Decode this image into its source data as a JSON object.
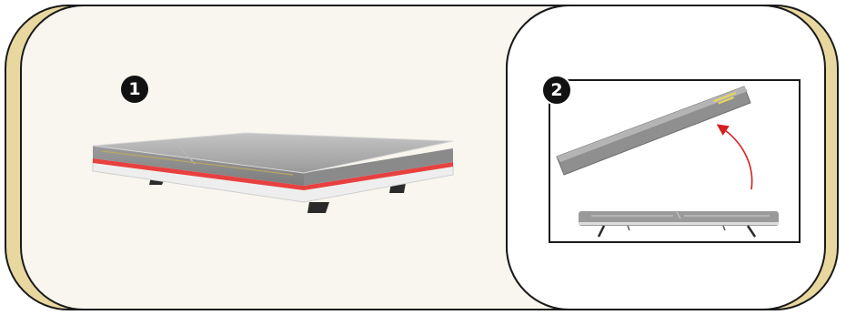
{
  "steps": [
    {
      "number": "1"
    },
    {
      "number": "2"
    }
  ],
  "illustration": {
    "panel_1": "bed-assembled",
    "panel_2": "panel-lifted-off-base",
    "colors": {
      "background_tan": "#e8d8a0",
      "panel_1_fill": "#f8f6ee",
      "mattress_gray": "#8f8f8f",
      "accent_red": "#e84040",
      "arrow_red": "#d42020",
      "label_yellow": "#e8d858"
    }
  }
}
